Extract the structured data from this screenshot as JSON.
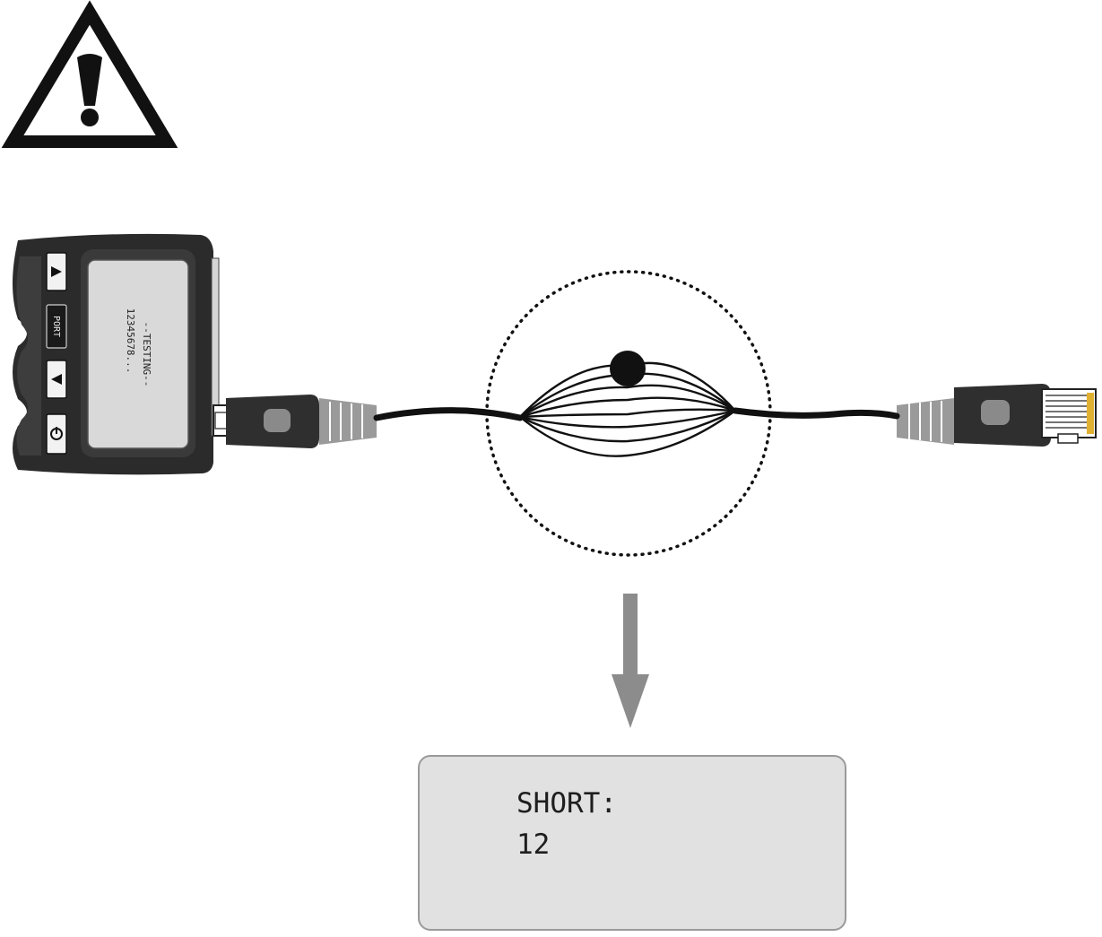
{
  "tester": {
    "screen_title": "--TESTING--",
    "screen_pins": "12345678...",
    "buttons": [
      {
        "icon": "triangle-down-icon",
        "label": ""
      },
      {
        "icon": "",
        "label": "PORT"
      },
      {
        "icon": "triangle-up-icon",
        "label": ""
      },
      {
        "icon": "power-icon",
        "label": ""
      }
    ]
  },
  "result": {
    "label": "SHORT:",
    "value": "12"
  },
  "icons": {
    "warning": "warning-triangle-icon",
    "arrow": "arrow-down-icon",
    "fault": "short-circuit-dot"
  },
  "colors": {
    "ink": "#1a1a1a",
    "device": "#2b2b2b",
    "lcd": "#d9d9d9",
    "arrow": "#8c8c8c",
    "display_bg": "#e1e1e1"
  }
}
